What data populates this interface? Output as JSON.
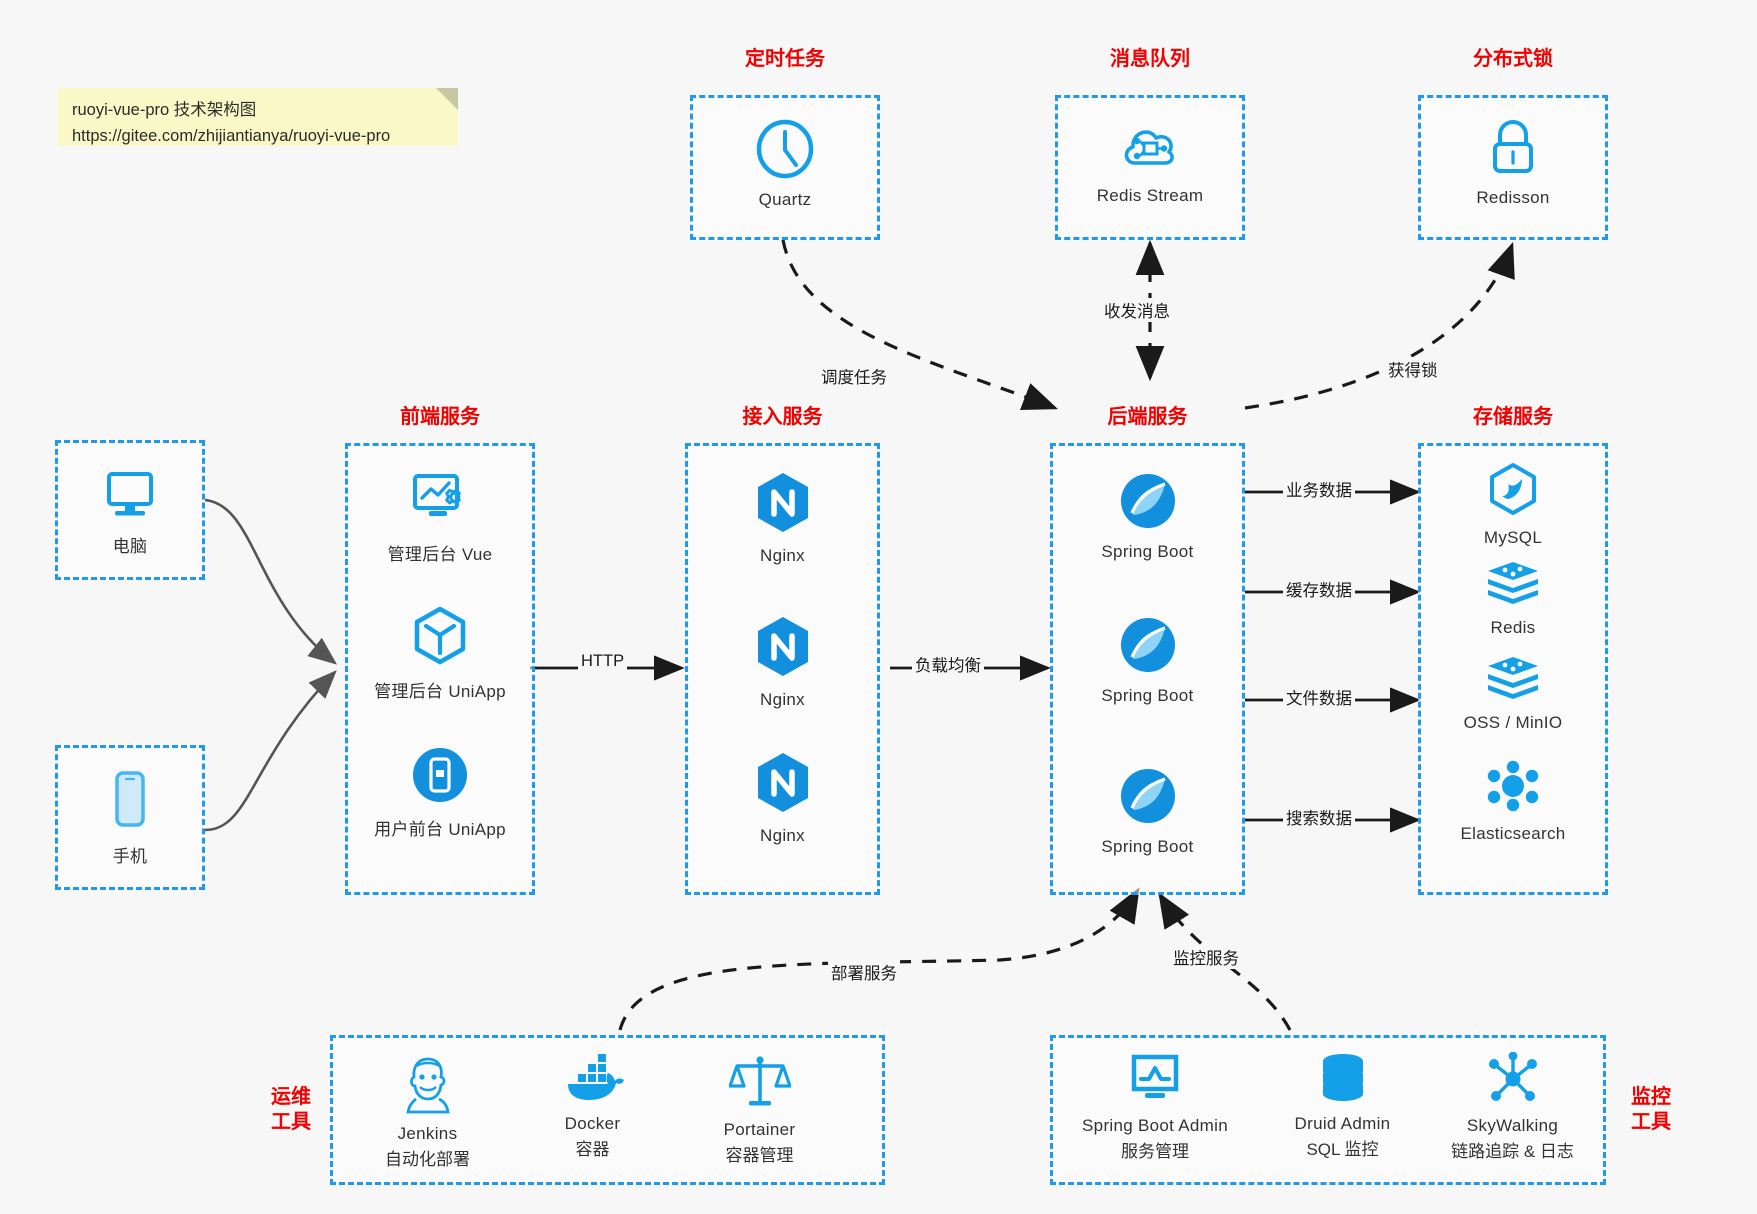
{
  "note": {
    "line1": "ruoyi-vue-pro 技术架构图",
    "line2": "https://gitee.com/zhijiantianya/ruoyi-vue-pro"
  },
  "groups": {
    "scheduled_task": {
      "title": "定时任务"
    },
    "message_queue": {
      "title": "消息队列"
    },
    "distributed_lock": {
      "title": "分布式锁"
    },
    "frontend": {
      "title": "前端服务"
    },
    "gateway": {
      "title": "接入服务"
    },
    "backend": {
      "title": "后端服务"
    },
    "storage": {
      "title": "存储服务"
    },
    "devops": {
      "title_line1": "运维",
      "title_line2": "工具"
    },
    "monitor": {
      "title_line1": "监控",
      "title_line2": "工具"
    }
  },
  "clients": [
    {
      "label": "电脑",
      "icon": "desktop-computer-icon"
    },
    {
      "label": "手机",
      "icon": "mobile-phone-icon"
    }
  ],
  "scheduled_task_nodes": [
    {
      "label": "Quartz",
      "icon": "clock-icon"
    }
  ],
  "message_queue_nodes": [
    {
      "label": "Redis Stream",
      "icon": "cloud-stream-icon"
    }
  ],
  "distributed_lock_nodes": [
    {
      "label": "Redisson",
      "icon": "lock-icon"
    }
  ],
  "frontend_nodes": [
    {
      "label": "管理后台 Vue",
      "icon": "admin-dashboard-icon"
    },
    {
      "label": "管理后台 UniApp",
      "icon": "uniapp-cube-icon"
    },
    {
      "label": "用户前台 UniApp",
      "icon": "mobile-app-icon"
    }
  ],
  "gateway_nodes": [
    {
      "label": "Nginx",
      "icon": "nginx-icon"
    },
    {
      "label": "Nginx",
      "icon": "nginx-icon"
    },
    {
      "label": "Nginx",
      "icon": "nginx-icon"
    }
  ],
  "backend_nodes": [
    {
      "label": "Spring Boot",
      "icon": "spring-boot-icon"
    },
    {
      "label": "Spring Boot",
      "icon": "spring-boot-icon"
    },
    {
      "label": "Spring Boot",
      "icon": "spring-boot-icon"
    }
  ],
  "storage_nodes": [
    {
      "label": "MySQL",
      "icon": "mysql-icon"
    },
    {
      "label": "Redis",
      "icon": "redis-icon"
    },
    {
      "label": "OSS / MinIO",
      "icon": "oss-minio-icon"
    },
    {
      "label": "Elasticsearch",
      "icon": "elasticsearch-icon"
    }
  ],
  "devops_nodes": [
    {
      "label": "Jenkins",
      "sub": "自动化部署",
      "icon": "jenkins-icon"
    },
    {
      "label": "Docker",
      "sub": "容器",
      "icon": "docker-icon"
    },
    {
      "label": "Portainer",
      "sub": "容器管理",
      "icon": "portainer-icon"
    }
  ],
  "monitor_nodes": [
    {
      "label": "Spring Boot Admin",
      "sub": "服务管理",
      "icon": "monitor-screen-icon"
    },
    {
      "label": "Druid Admin",
      "sub": "SQL 监控",
      "icon": "database-stack-icon"
    },
    {
      "label": "SkyWalking",
      "sub": "链路追踪 & 日志",
      "icon": "skywalking-icon"
    }
  ],
  "edges": [
    {
      "id": "http",
      "label": "HTTP"
    },
    {
      "id": "load_balance",
      "label": "负载均衡"
    },
    {
      "id": "schedule_task",
      "label": "调度任务"
    },
    {
      "id": "send_receive_message",
      "label": "收发消息"
    },
    {
      "id": "acquire_lock",
      "label": "获得锁"
    },
    {
      "id": "business_data",
      "label": "业务数据"
    },
    {
      "id": "cache_data",
      "label": "缓存数据"
    },
    {
      "id": "file_data",
      "label": "文件数据"
    },
    {
      "id": "search_data",
      "label": "搜索数据"
    },
    {
      "id": "deploy_service",
      "label": "部署服务"
    },
    {
      "id": "monitor_service",
      "label": "监控服务"
    }
  ],
  "colors": {
    "accent_blue": "#1f99ed",
    "icon_blue": "#13a0e8",
    "title_red": "#f20000",
    "note_yellow": "#fbf8c8",
    "arrow_gray": "#555555",
    "background": "#f7f7f7"
  }
}
